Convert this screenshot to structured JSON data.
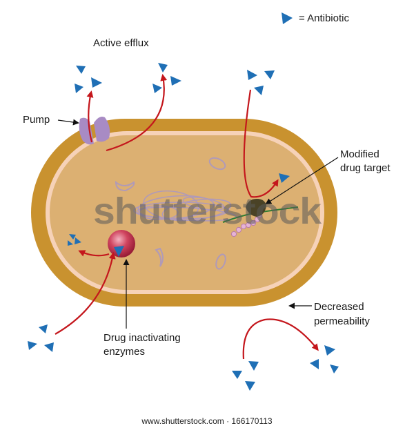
{
  "legend": {
    "equals_label": "= Antibiotic",
    "marker_icon": "triangle-icon",
    "marker_color": "#1f6fb5"
  },
  "labels": {
    "active_efflux": "Active efflux",
    "pump": "Pump",
    "modified_target_line1": "Modified",
    "modified_target_line2": "drug target",
    "decreased_perm_line1": "Decreased",
    "decreased_perm_line2": "permeability",
    "drug_inact_line1": "Drug inactivating",
    "drug_inact_line2": "enzymes"
  },
  "watermark": "shutterstock",
  "footer": "www.shutterstock.com · 166170113",
  "colors": {
    "cell_wall": "#c9922f",
    "membrane": "#f6d2b8",
    "cytoplasm": "#dcb072",
    "arrow": "#c4161c",
    "pump": "#a88bc4",
    "enzyme": "#b8233f",
    "organelle": "#b09ab8"
  }
}
